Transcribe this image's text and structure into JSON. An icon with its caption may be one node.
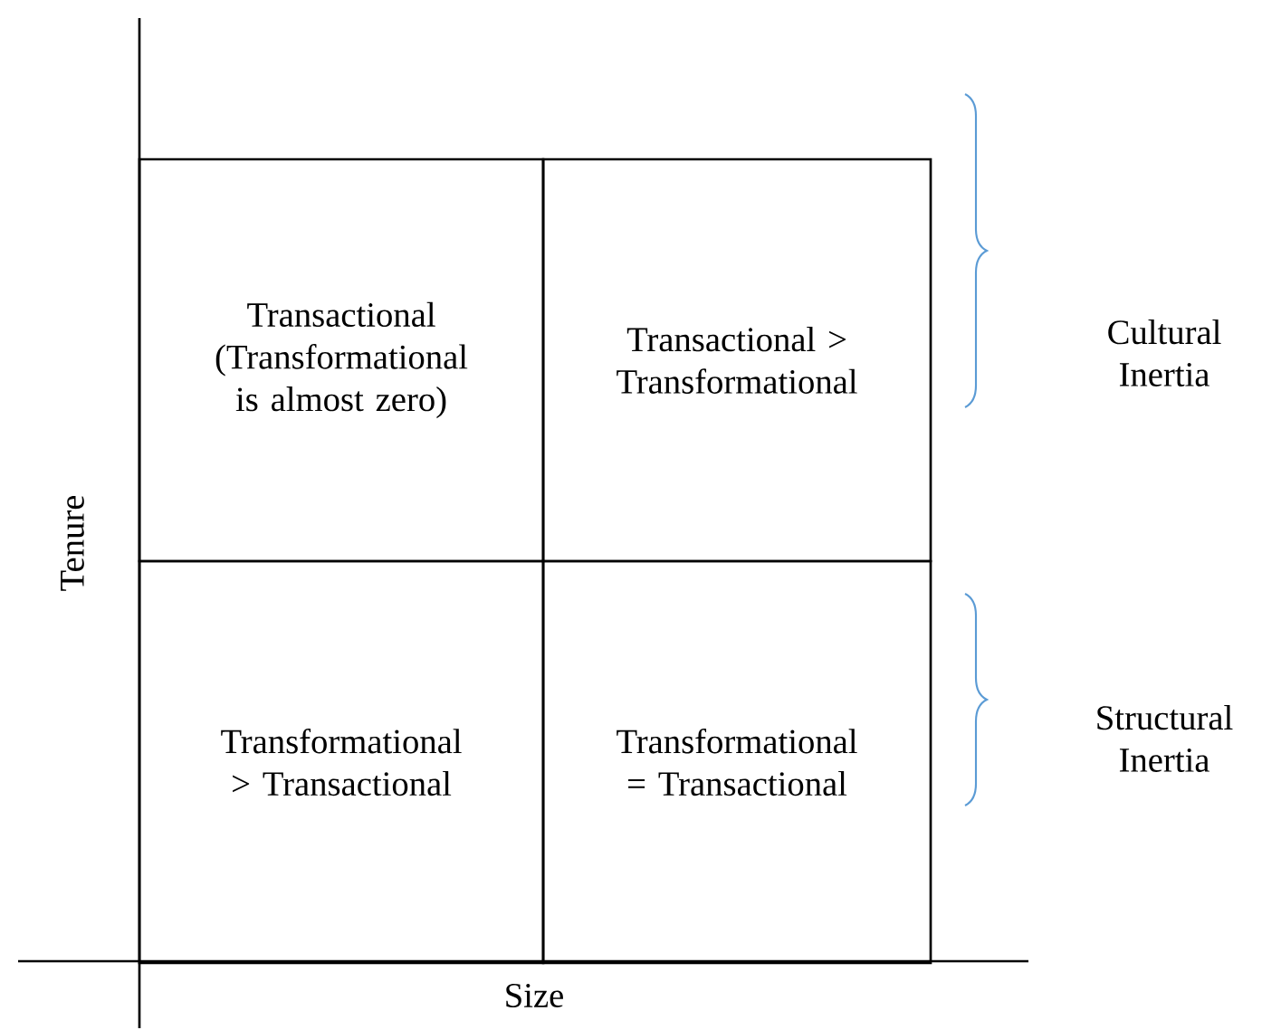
{
  "diagram": {
    "nodes": [
      {
        "text": [
          "Transactional (Transformational is almost zero)"
        ]
      },
      {
        "text": [
          "Transactional > Transformational"
        ]
      },
      {
        "text": [
          "Transformational > Transactional"
        ]
      },
      {
        "text": [
          "Transformational = Transactional"
        ]
      }
    ],
    "labels": [
      "Cultural Inertia",
      "Structural Inertia",
      "Tenure",
      "Size"
    ]
  }
}
